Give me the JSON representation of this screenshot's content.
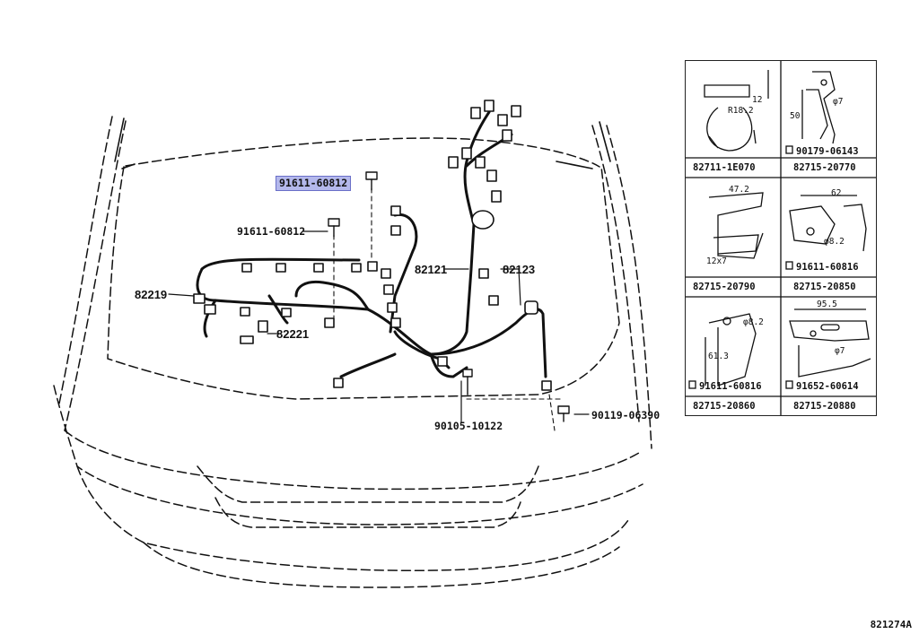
{
  "callouts": {
    "bolt_top_highlighted": "91611-60812",
    "bolt_top_second": "91611-60812",
    "wire_82121": "82121",
    "wire_82123": "82123",
    "wire_82219": "82219",
    "wire_82221": "82221",
    "bolt_bottom_center": "90105-10122",
    "bolt_bottom_right": "90119-06390"
  },
  "parts_table": {
    "cells": [
      {
        "part": "82711-1E070",
        "dims": [
          "12",
          "R18.2"
        ]
      },
      {
        "part": "82715-20770",
        "dims": [
          "50",
          "φ7"
        ],
        "fastener": "90179-06143"
      },
      {
        "part": "82715-20790",
        "dims": [
          "47.2",
          "12x7"
        ]
      },
      {
        "part": "82715-20850",
        "dims": [
          "62",
          "φ8.2"
        ],
        "fastener": "91611-60816"
      },
      {
        "part": "82715-20860",
        "dims": [
          "φ8.2",
          "61.3"
        ],
        "fastener": "91611-60816"
      },
      {
        "part": "82715-20880",
        "dims": [
          "95.5",
          "φ7"
        ],
        "fastener": "91652-60614"
      }
    ]
  },
  "diagram_code": "821274A",
  "colors": {
    "highlight": "#b4b8ec",
    "ink": "#111111"
  }
}
